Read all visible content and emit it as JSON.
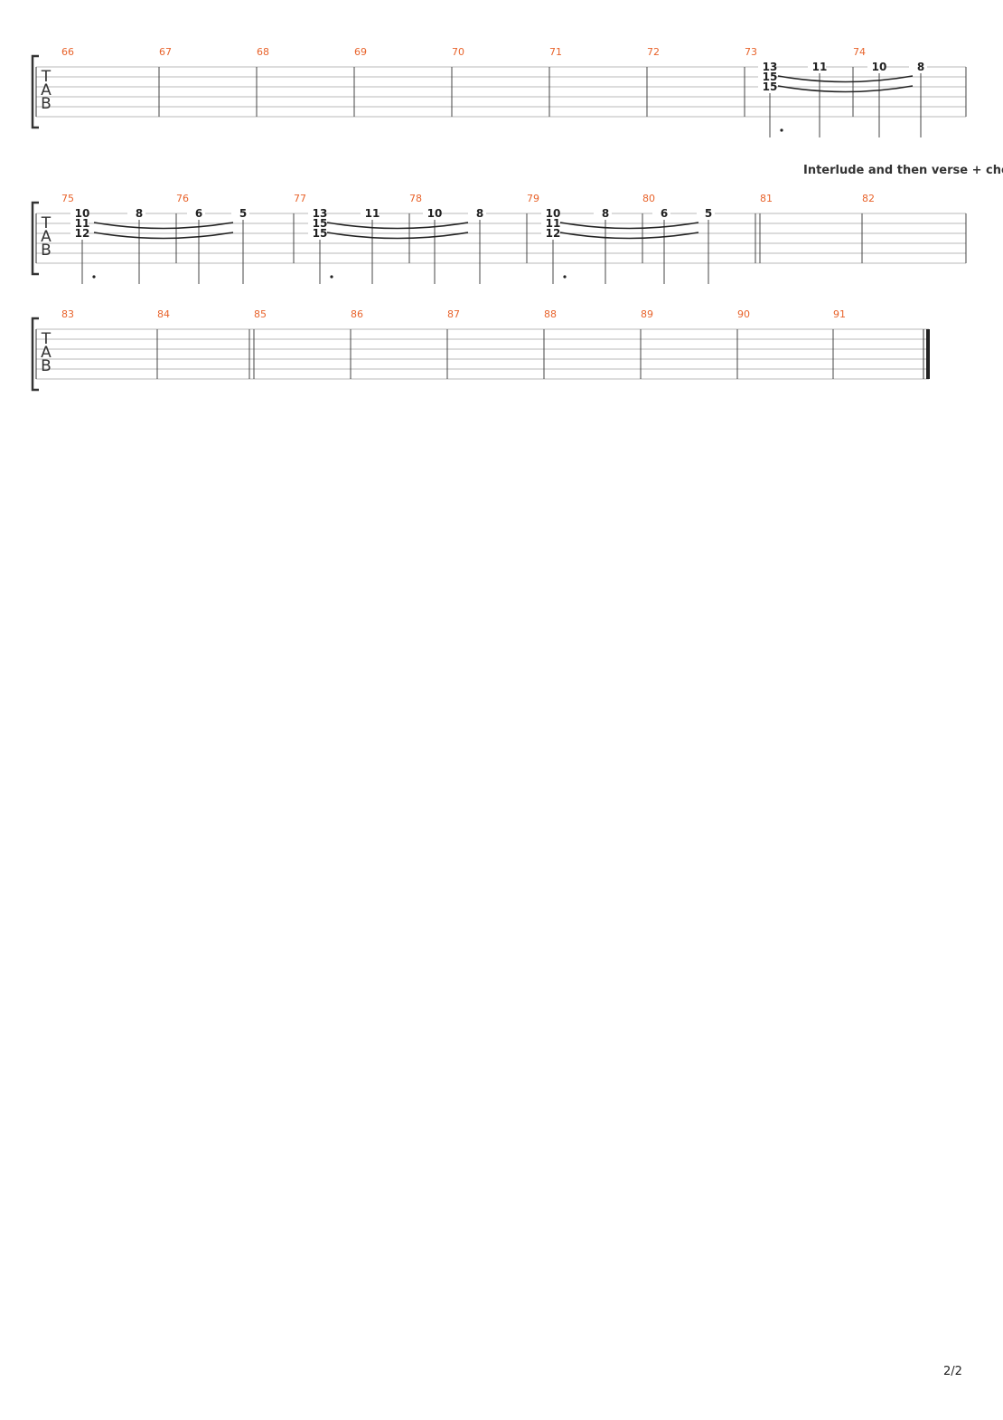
{
  "annotation": "Interlude and then verse + chorus",
  "page_number": "2/2",
  "clef": {
    "letters": [
      "T",
      "A",
      "B"
    ]
  },
  "systems": [
    {
      "measures": [
        {
          "number": "66",
          "notes": []
        },
        {
          "number": "67",
          "notes": []
        },
        {
          "number": "68",
          "notes": []
        },
        {
          "number": "69",
          "notes": []
        },
        {
          "number": "70",
          "notes": []
        },
        {
          "number": "71",
          "notes": []
        },
        {
          "number": "72",
          "notes": []
        },
        {
          "number": "73",
          "notes": [
            {
              "frets": [
                "13",
                "15",
                "15"
              ],
              "dotted": true
            }
          ]
        },
        {
          "number": "74",
          "notes": [
            {
              "frets": [
                "11"
              ]
            },
            {
              "frets": [
                "10"
              ]
            },
            {
              "frets": [
                "8"
              ]
            }
          ]
        }
      ]
    },
    {
      "measures": [
        {
          "number": "75",
          "notes": [
            {
              "frets": [
                "10",
                "11",
                "12"
              ],
              "dotted": true
            },
            {
              "frets": [
                "8"
              ]
            }
          ]
        },
        {
          "number": "76",
          "notes": [
            {
              "frets": [
                "6"
              ]
            },
            {
              "frets": [
                "5"
              ]
            }
          ]
        },
        {
          "number": "77",
          "notes": [
            {
              "frets": [
                "13",
                "15",
                "15"
              ],
              "dotted": true
            },
            {
              "frets": [
                "11"
              ]
            }
          ]
        },
        {
          "number": "78",
          "notes": [
            {
              "frets": [
                "10"
              ]
            },
            {
              "frets": [
                "8"
              ]
            }
          ]
        },
        {
          "number": "79",
          "notes": [
            {
              "frets": [
                "10",
                "11",
                "12"
              ],
              "dotted": true
            },
            {
              "frets": [
                "8"
              ]
            }
          ]
        },
        {
          "number": "80",
          "notes": [
            {
              "frets": [
                "6"
              ]
            },
            {
              "frets": [
                "5"
              ]
            }
          ]
        },
        {
          "number": "81",
          "notes": []
        },
        {
          "number": "82",
          "notes": []
        }
      ]
    },
    {
      "measures": [
        {
          "number": "83",
          "notes": []
        },
        {
          "number": "84",
          "notes": []
        },
        {
          "number": "85",
          "notes": []
        },
        {
          "number": "86",
          "notes": []
        },
        {
          "number": "87",
          "notes": []
        },
        {
          "number": "88",
          "notes": []
        },
        {
          "number": "89",
          "notes": []
        },
        {
          "number": "90",
          "notes": []
        },
        {
          "number": "91",
          "notes": []
        }
      ]
    }
  ]
}
